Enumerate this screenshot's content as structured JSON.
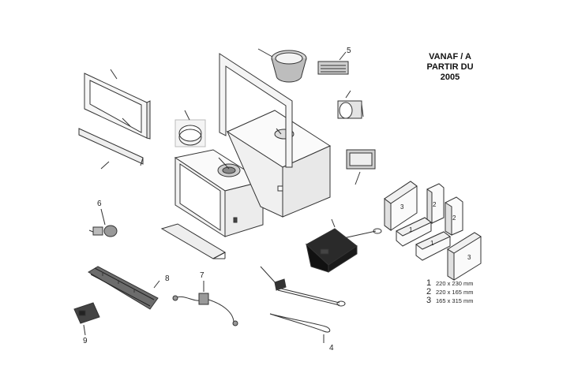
{
  "title": {
    "line1": "VANAF / A",
    "line2": "PARTIR DU",
    "line3": "2005"
  },
  "callouts": {
    "c4": "4",
    "c5": "5",
    "c6": "6",
    "c7": "7",
    "c8": "8",
    "c9": "9"
  },
  "bricks": {
    "b1": "1",
    "b2": "2",
    "b3": "3"
  },
  "legend": [
    {
      "num": "1",
      "size": "220 x 230 mm"
    },
    {
      "num": "2",
      "size": "220 x 165 mm"
    },
    {
      "num": "3",
      "size": "165 x 315 mm"
    }
  ],
  "colors": {
    "line": "#333333",
    "fill": "#f2f2f2",
    "dark": "#2a2a2a"
  }
}
